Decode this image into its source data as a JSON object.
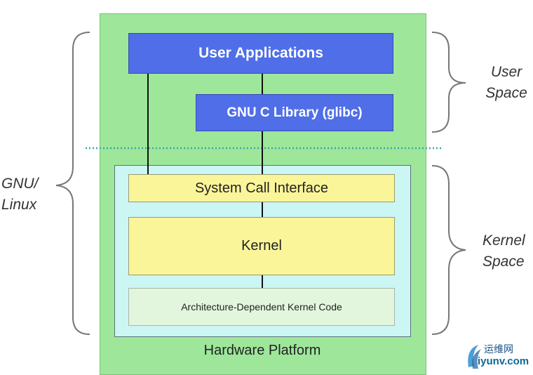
{
  "diagram": {
    "user_applications": "User Applications",
    "glibc": "GNU C Library (glibc)",
    "system_call_interface": "System Call Interface",
    "kernel": "Kernel",
    "arch_code": "Architecture-Dependent Kernel Code",
    "hardware_platform": "Hardware Platform"
  },
  "side_labels": {
    "user_space": [
      "User",
      "Space"
    ],
    "kernel_space": [
      "Kernel",
      "Space"
    ],
    "gnu_linux": [
      "GNU/",
      "Linux"
    ]
  },
  "watermark": {
    "text": "运维网",
    "url": "iyunv.com"
  },
  "colors": {
    "platform_green": "#9ee79a",
    "kernel_region_cyan": "#ccf6f4",
    "user_box_blue": "#4f6ee8",
    "kernel_box_yellow": "#fbf59a",
    "divider_teal": "#3aa7a7"
  }
}
